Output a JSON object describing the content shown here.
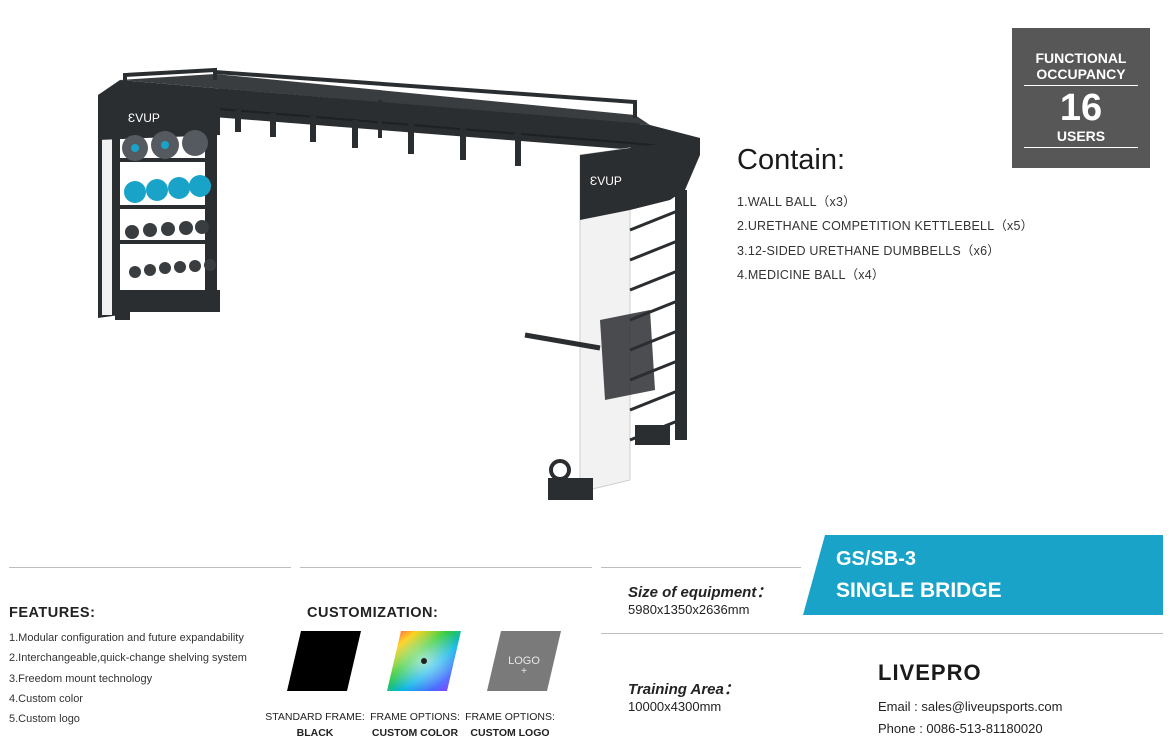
{
  "occupancy": {
    "line1": "FUNCTIONAL",
    "line2": "OCCUPANCY",
    "number": "16",
    "users": "USERS"
  },
  "contain": {
    "title": "Contain:",
    "items": [
      "1.WALL BALL（x3）",
      "2.URETHANE COMPETITION KETTLEBELL（x5）",
      "3.12-SIDED URETHANE DUMBBELLS（x6）",
      "4.MEDICINE BALL（x4）"
    ]
  },
  "product": {
    "brand_mark": "ԐVUP"
  },
  "features": {
    "title": "FEATURES:",
    "items": [
      "1.Modular configuration and future expandability",
      "2.Interchangeable,quick-change shelving system",
      "3.Freedom mount technology",
      "4.Custom color",
      "5.Custom logo"
    ]
  },
  "customization": {
    "title": "CUSTOMIZATION:",
    "options": [
      {
        "line1": "STANDARD FRAME:",
        "line2": "BLACK"
      },
      {
        "line1": "FRAME OPTIONS:",
        "line2": "CUSTOM COLOR"
      },
      {
        "line1": "FRAME OPTIONS:",
        "line2": "CUSTOM LOGO"
      }
    ],
    "logo_swatch": {
      "text": "LOGO",
      "plus": "+"
    }
  },
  "specs": {
    "size_label": "Size of equipment：",
    "size_value": "5980x1350x2636mm",
    "area_label": "Training Area：",
    "area_value": "10000x4300mm"
  },
  "model": {
    "code": "GS/SB-3",
    "name": "SINGLE BRIDGE"
  },
  "contact": {
    "brand": "LIVEPRO",
    "email": "Email : sales@liveupsports.com",
    "phone": "Phone : 0086-513-81180020"
  },
  "colors": {
    "badge": "#575757",
    "accent": "#1aa3c8",
    "frame": "#2b2e31",
    "post": "#f2f2f2",
    "swatch_black": "#000000",
    "swatch_logo": "#7a7a7a"
  }
}
